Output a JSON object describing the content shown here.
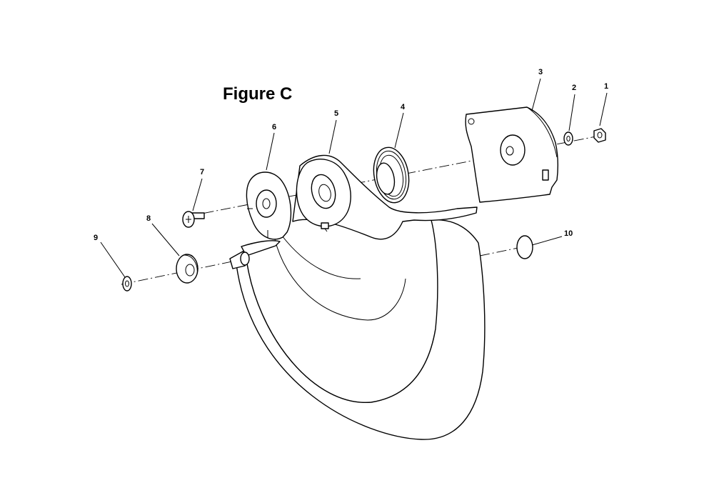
{
  "figure": {
    "title": "Figure C"
  },
  "callouts": [
    {
      "id": "1",
      "label": "1"
    },
    {
      "id": "2",
      "label": "2"
    },
    {
      "id": "3",
      "label": "3"
    },
    {
      "id": "4",
      "label": "4"
    },
    {
      "id": "5",
      "label": "5"
    },
    {
      "id": "6",
      "label": "6"
    },
    {
      "id": "7",
      "label": "7"
    },
    {
      "id": "8",
      "label": "8"
    },
    {
      "id": "9",
      "label": "9"
    },
    {
      "id": "10",
      "label": "10"
    }
  ]
}
